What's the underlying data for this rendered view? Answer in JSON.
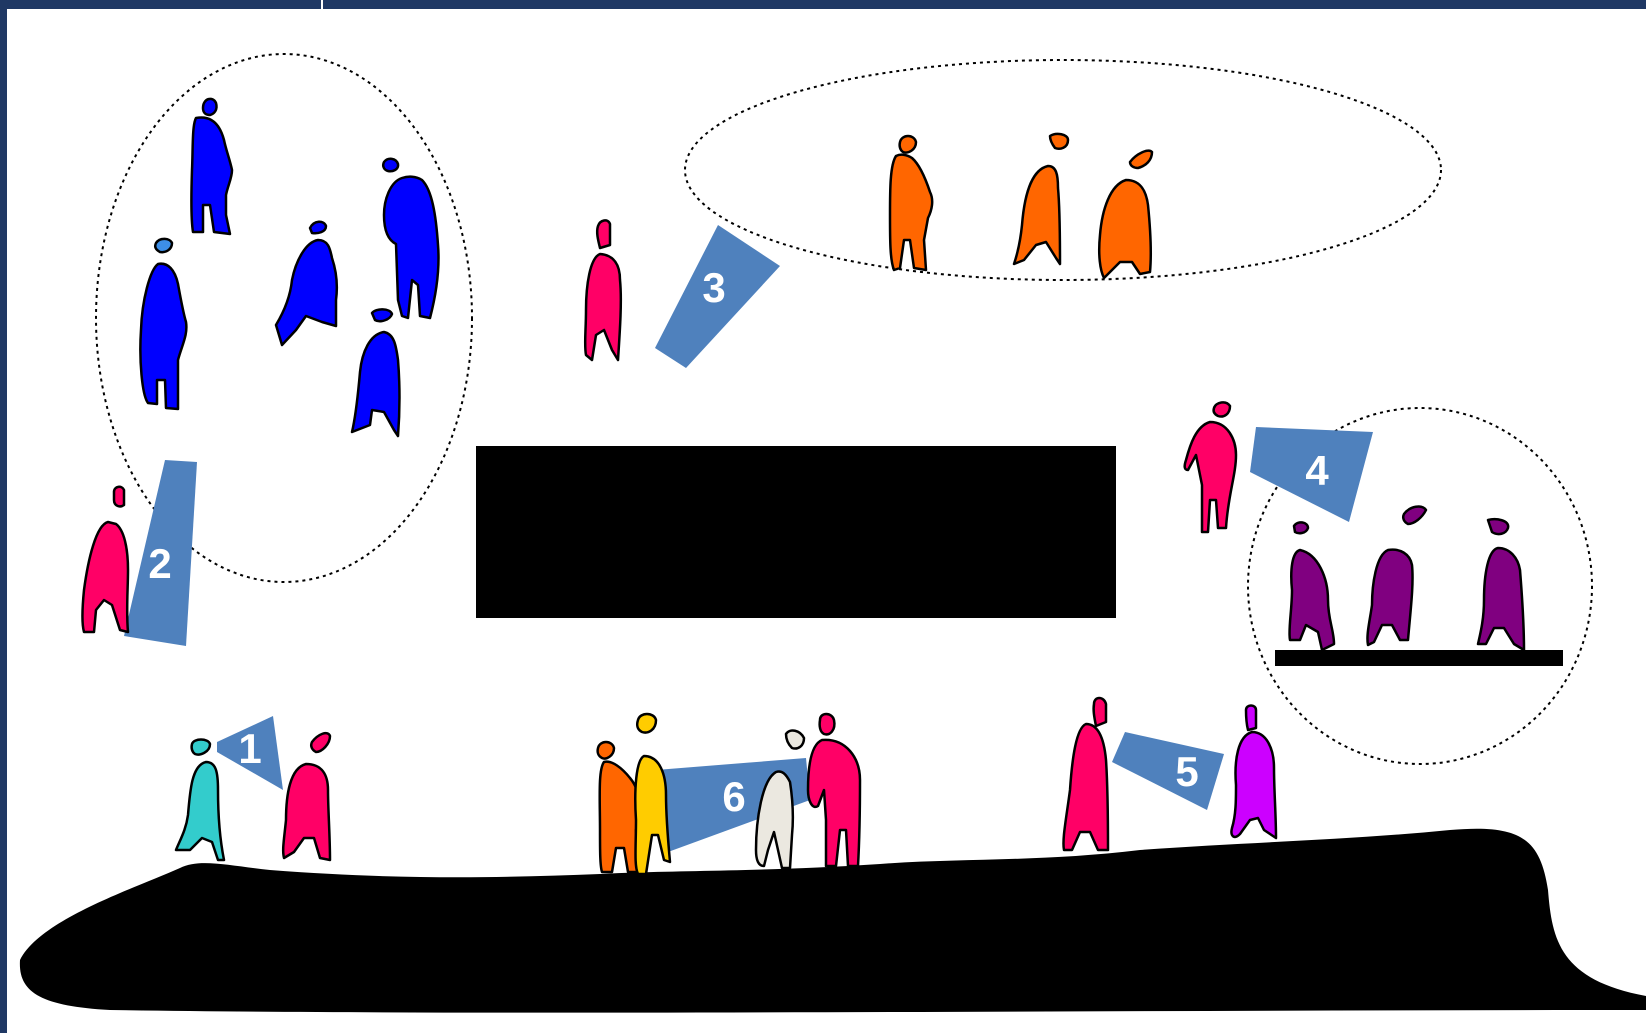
{
  "diagram": {
    "title": "",
    "colors": {
      "frame": "#1f3864",
      "background": "#ffffff",
      "beam": "#4f81bd",
      "beam_text": "#ffffff",
      "speaker": "#ff0066",
      "group_blue": "#0000ff",
      "group_blue_head": "#3d8fe8",
      "group_orange": "#ff6600",
      "group_purple": "#800080",
      "teal": "#33cccc",
      "yellow": "#ffcc00",
      "cream": "#ebe8e0",
      "violet": "#cc00ff",
      "ground": "#000000"
    },
    "beams": [
      {
        "number": "1"
      },
      {
        "number": "2"
      },
      {
        "number": "3"
      },
      {
        "number": "4"
      },
      {
        "number": "5"
      },
      {
        "number": "6"
      }
    ],
    "figures": [
      {
        "role": "group-a-member",
        "color": "blue"
      },
      {
        "role": "group-a-member",
        "color": "blue"
      },
      {
        "role": "group-a-member",
        "color": "blue"
      },
      {
        "role": "group-a-member",
        "color": "blue"
      },
      {
        "role": "group-a-member",
        "color": "blue"
      },
      {
        "role": "speaker-2",
        "color": "pink"
      },
      {
        "role": "speaker-3",
        "color": "pink"
      },
      {
        "role": "group-b-member",
        "color": "orange"
      },
      {
        "role": "group-b-member",
        "color": "orange"
      },
      {
        "role": "group-b-member",
        "color": "orange"
      },
      {
        "role": "speaker-4",
        "color": "pink"
      },
      {
        "role": "group-c-member",
        "color": "purple"
      },
      {
        "role": "group-c-member",
        "color": "purple"
      },
      {
        "role": "group-c-member",
        "color": "purple"
      },
      {
        "role": "speaker-1",
        "color": "teal"
      },
      {
        "role": "listener-1",
        "color": "pink"
      },
      {
        "role": "listener-6",
        "color": "orange"
      },
      {
        "role": "speaker-6",
        "color": "yellow"
      },
      {
        "role": "listener-6",
        "color": "cream"
      },
      {
        "role": "listener-6",
        "color": "pink"
      },
      {
        "role": "speaker-5",
        "color": "pink"
      },
      {
        "role": "listener-5",
        "color": "violet"
      }
    ]
  }
}
